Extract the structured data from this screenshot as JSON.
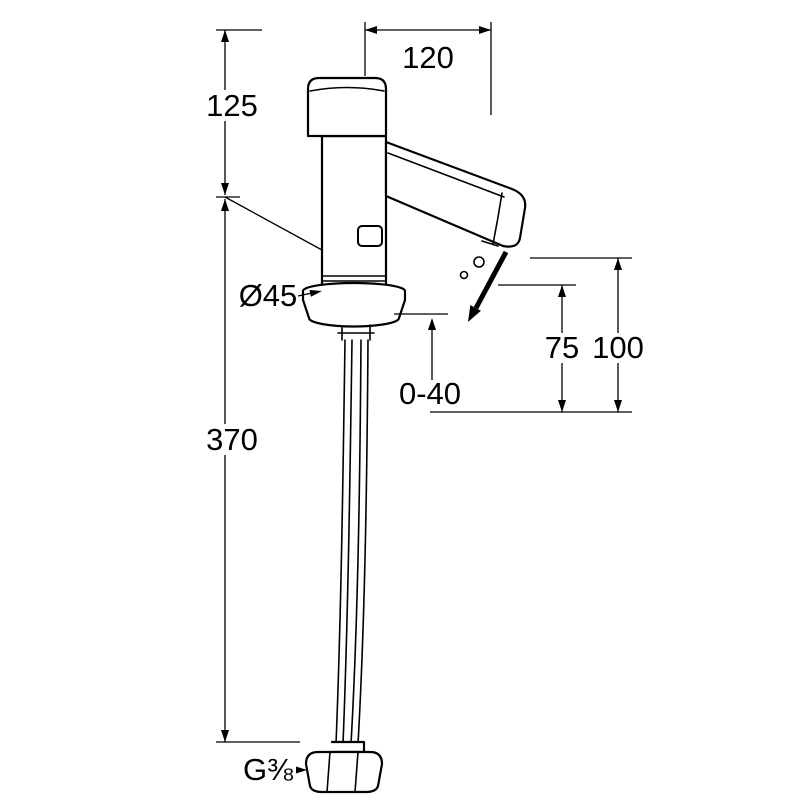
{
  "diagram": {
    "labels": {
      "height_upper": "125",
      "spout_reach": "120",
      "base_diameter": "Ø45",
      "deck_range": "0-40",
      "outlet_height": "75",
      "spout_height": "100",
      "total_height": "370",
      "thread_size": "G⅜"
    },
    "colors": {
      "ink": "#000000",
      "background": "#ffffff"
    }
  }
}
